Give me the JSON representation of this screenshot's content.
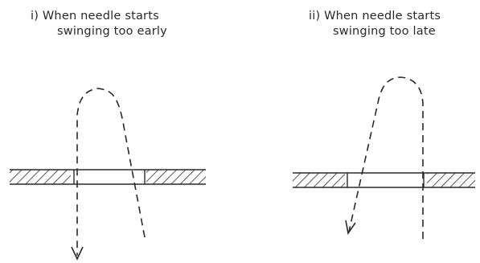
{
  "panels": [
    {
      "caption_line1": "i)  When needle starts",
      "caption_line2": "swinging too early"
    },
    {
      "caption_line1": "ii)  When needle starts",
      "caption_line2": "swinging too late"
    }
  ],
  "colors": {
    "ink": "#2a2a2a",
    "background": "#ffffff"
  }
}
